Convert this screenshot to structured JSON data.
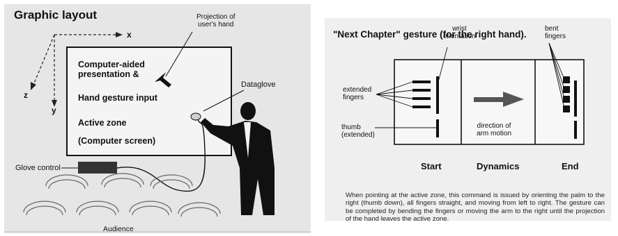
{
  "left": {
    "title": "Graphic layout",
    "axis_x": "x",
    "axis_y": "y",
    "axis_z": "z",
    "projection_label": "Projection of\nuser's hand",
    "screen_line1": "Computer-aided",
    "screen_line2": "presentation &",
    "screen_line3": "Hand gesture input",
    "screen_line4": "Active zone",
    "screen_line5": "(Computer screen)",
    "dataglove_label": "Dataglove",
    "glove_control_label": "Glove control",
    "audience_label": "Audience"
  },
  "right": {
    "title": "\"Next Chapter\" gesture (for the right hand).",
    "wrist_label": "wrist\norientation",
    "bent_label": "bent\nfingers",
    "extended_fingers_label": "extended\nfingers",
    "thumb_label": "thumb\n(extended)",
    "direction_label": "direction of\narm motion",
    "phase_start": "Start",
    "phase_dynamics": "Dynamics",
    "phase_end": "End",
    "description": "When pointing at the active zone, this command is issued by orienting the palm to the right (thumb down), all fingers straight, and moving from left to right. The gesture can be completed by bending the fingers or moving the arm to the right until the projection of the hand leaves the active zone."
  },
  "colors": {
    "left_bg": "#e6e6e6",
    "right_bg": "#efefef",
    "ink": "#111111"
  }
}
